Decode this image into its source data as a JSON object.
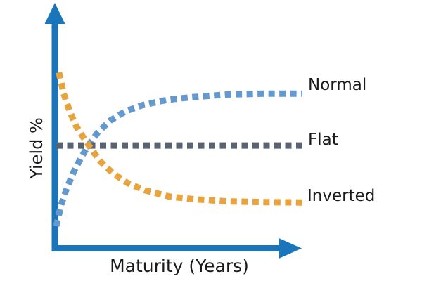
{
  "chart_data": {
    "type": "line",
    "title": "",
    "xlabel": "Maturity (Years)",
    "ylabel": "Yield %",
    "axis_color": "#1b75bb",
    "text_color": "#1a1a1a",
    "background": "#ffffff",
    "line_style": "dotted-square-dashes",
    "legend_position": "right-of-line-ends",
    "x_axis": {
      "tick_labels": [],
      "arrow": true,
      "range_normalized": [
        0,
        1
      ]
    },
    "y_axis": {
      "tick_labels": [],
      "arrow": true,
      "range_normalized": [
        0,
        1
      ]
    },
    "series": [
      {
        "name": "Normal",
        "color": "#6399cf",
        "shape": "rises steeply from low yield at short maturity, then flattens at high yield",
        "points": [
          [
            0,
            0.13
          ],
          [
            0.02,
            0.25
          ],
          [
            0.045,
            0.35
          ],
          [
            0.07,
            0.43
          ],
          [
            0.1,
            0.51
          ],
          [
            0.13,
            0.58
          ],
          [
            0.17,
            0.655
          ],
          [
            0.22,
            0.72
          ],
          [
            0.28,
            0.77
          ],
          [
            0.35,
            0.805
          ],
          [
            0.45,
            0.835
          ],
          [
            0.55,
            0.85
          ],
          [
            0.7,
            0.865
          ],
          [
            0.85,
            0.87
          ],
          [
            1,
            0.87
          ]
        ]
      },
      {
        "name": "Flat",
        "color": "#5a6370",
        "shape": "constant yield across all maturities",
        "points": [
          [
            0,
            0.58
          ],
          [
            1,
            0.58
          ]
        ]
      },
      {
        "name": "Inverted",
        "color": "#e8a33d",
        "shape": "falls steeply from high yield at short maturity, then flattens at low yield",
        "points": [
          [
            0.011,
            0.988
          ],
          [
            0.03,
            0.87
          ],
          [
            0.055,
            0.77
          ],
          [
            0.08,
            0.69
          ],
          [
            0.11,
            0.625
          ],
          [
            0.14,
            0.565
          ],
          [
            0.18,
            0.49
          ],
          [
            0.23,
            0.425
          ],
          [
            0.29,
            0.37
          ],
          [
            0.36,
            0.33
          ],
          [
            0.46,
            0.295
          ],
          [
            0.56,
            0.28
          ],
          [
            0.7,
            0.268
          ],
          [
            0.85,
            0.264
          ],
          [
            1,
            0.262
          ]
        ]
      }
    ]
  }
}
